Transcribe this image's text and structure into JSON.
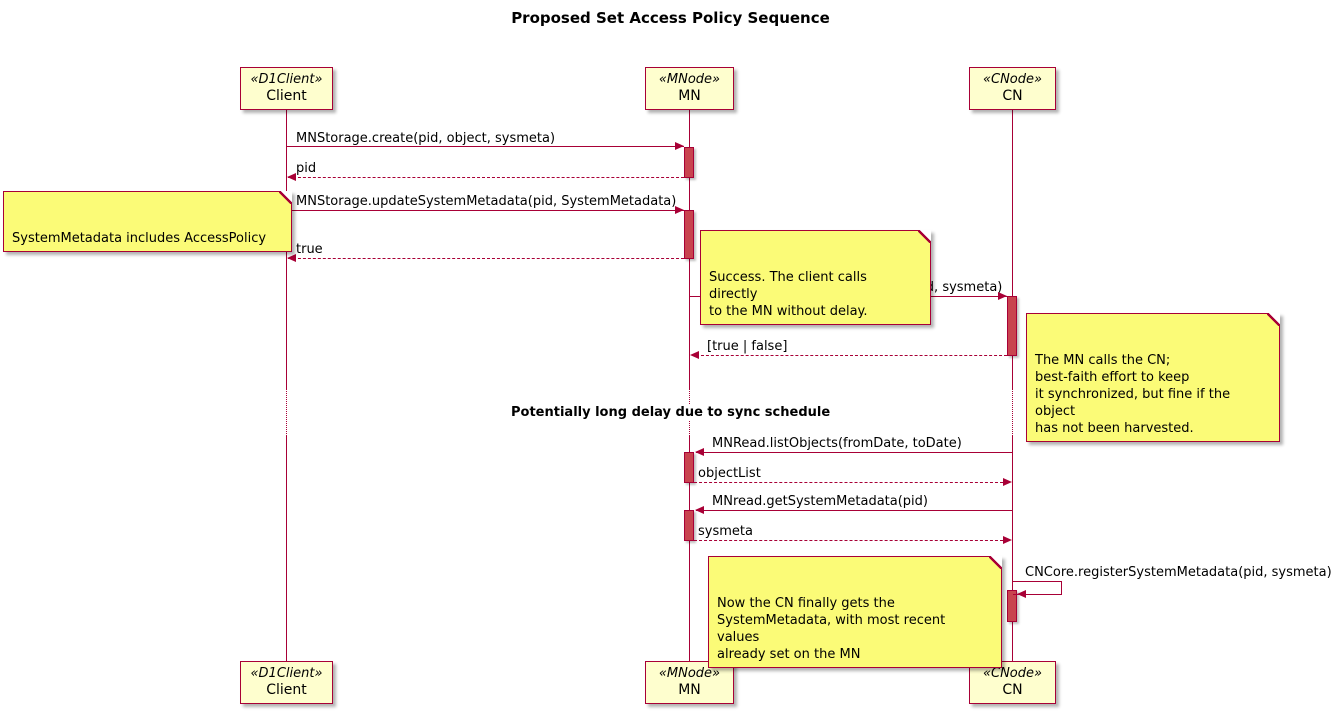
{
  "title": "Proposed Set Access Policy Sequence",
  "participants": {
    "client": {
      "stereotype": "«D1Client»",
      "name": "Client"
    },
    "mn": {
      "stereotype": "«MNode»",
      "name": "MN"
    },
    "cn": {
      "stereotype": "«CNode»",
      "name": "CN"
    }
  },
  "messages": {
    "m1": {
      "label": "MNStorage.create(pid, object, sysmeta)",
      "from": "Client",
      "to": "MN",
      "style": "solid"
    },
    "m2": {
      "label": "pid",
      "from": "MN",
      "to": "Client",
      "style": "dashed"
    },
    "m3": {
      "label": "MNStorage.updateSystemMetadata(pid, SystemMetadata)",
      "from": "Client",
      "to": "MN",
      "style": "solid"
    },
    "m4": {
      "label": "true",
      "from": "MN",
      "to": "Client",
      "style": "dashed"
    },
    "m5": {
      "label": "CNCore.updateSystemMetadata(pid, sysmeta)",
      "from": "MN",
      "to": "CN",
      "style": "solid"
    },
    "m6": {
      "label": "[true | false]",
      "from": "CN",
      "to": "MN",
      "style": "dashed"
    },
    "m7": {
      "label": "MNRead.listObjects(fromDate, toDate)",
      "from": "CN",
      "to": "MN",
      "style": "solid"
    },
    "m8": {
      "label": "objectList",
      "from": "MN",
      "to": "CN",
      "style": "dashed"
    },
    "m9": {
      "label": "MNread.getSystemMetadata(pid)",
      "from": "CN",
      "to": "MN",
      "style": "solid"
    },
    "m10": {
      "label": "sysmeta",
      "from": "MN",
      "to": "CN",
      "style": "dashed"
    },
    "m11": {
      "label": "CNCore.registerSystemMetadata(pid, sysmeta)",
      "from": "CN",
      "to": "CN",
      "style": "self"
    }
  },
  "notes": {
    "access_policy": "SystemMetadata includes AccessPolicy",
    "success": "Success. The client calls directly\nto the MN without delay.",
    "mn_calls_cn": "The MN calls the CN;\nbest-faith effort to keep\nit synchronized, but fine if the object\nhas not been harvested.",
    "cn_finally": "Now the CN finally gets the\nSystemMetadata, with most recent values\nalready set on the MN"
  },
  "delay_label": "Potentially long delay due to sync schedule",
  "colors": {
    "frame": "#A80036",
    "participant_fill": "#FEFECE",
    "note_fill": "#FBFB77",
    "activation_fill": "#C8444F",
    "text": "#000000",
    "background": "#FFFFFF"
  }
}
